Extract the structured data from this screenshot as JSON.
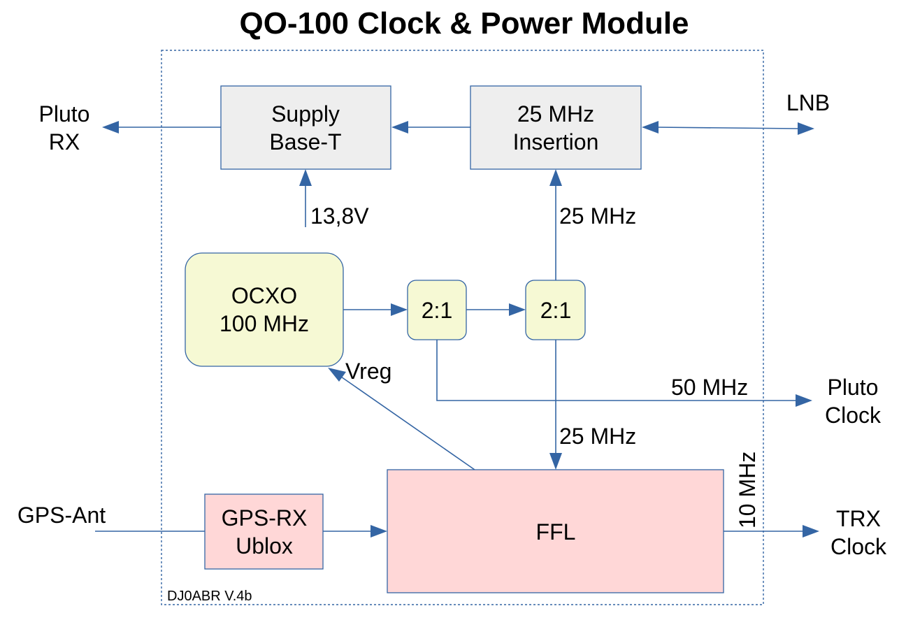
{
  "title": "QO-100 Clock & Power Module",
  "version": "DJ0ABR V.4b",
  "blocks": {
    "supply": [
      "Supply",
      "Base-T"
    ],
    "insertion": [
      "25 MHz",
      "Insertion"
    ],
    "ocxo": [
      "OCXO",
      "100 MHz"
    ],
    "div1": "2:1",
    "div2": "2:1",
    "gps_rx": [
      "GPS-RX",
      "Ublox"
    ],
    "ffl": "FFL"
  },
  "signals": {
    "v138": "13,8V",
    "f25_up": "25 MHz",
    "f25_down": "25 MHz",
    "f50": "50 MHz",
    "f10": "10 MHz",
    "vreg": "Vreg"
  },
  "ports": {
    "pluto_rx": [
      "Pluto",
      "RX"
    ],
    "lnb": "LNB",
    "pluto_clock": [
      "Pluto",
      "Clock"
    ],
    "gps_ant": "GPS-Ant",
    "trx_clock": [
      "TRX",
      "Clock"
    ]
  },
  "colors": {
    "wire": "#3465a4",
    "gray_box": "#eeeeee",
    "yellow_box": "#f6f9d4",
    "pink_box": "#ffd7d7"
  }
}
